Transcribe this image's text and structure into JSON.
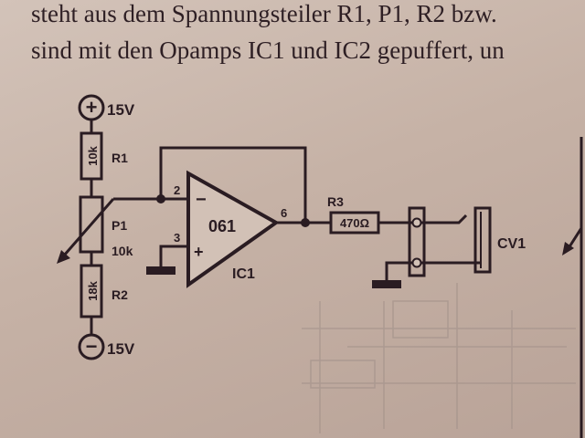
{
  "text": {
    "line1": "steht aus dem Spannungsteiler R1, P1, R2 bzw.",
    "line2": "sind mit den Opamps IC1 und IC2 gepuffert, un"
  },
  "schematic": {
    "supply_pos": "15V",
    "supply_neg": "15V",
    "plus_symbol": "+",
    "minus_symbol": "−",
    "r1_name": "R1",
    "r1_value": "10k",
    "p1_name": "P1",
    "p1_value": "10k",
    "r2_name": "R2",
    "r2_value": "18k",
    "ic1_type": "061",
    "ic1_name": "IC1",
    "pin_inverting": "2",
    "pin_noninverting": "3",
    "pin_output": "6",
    "input_minus_sign": "−",
    "input_plus_sign": "+",
    "r3_name": "R3",
    "r3_value": "470Ω",
    "connector_name": "CV1"
  },
  "colors": {
    "paper": "#c9b6aa",
    "ink": "#2a1c22"
  }
}
